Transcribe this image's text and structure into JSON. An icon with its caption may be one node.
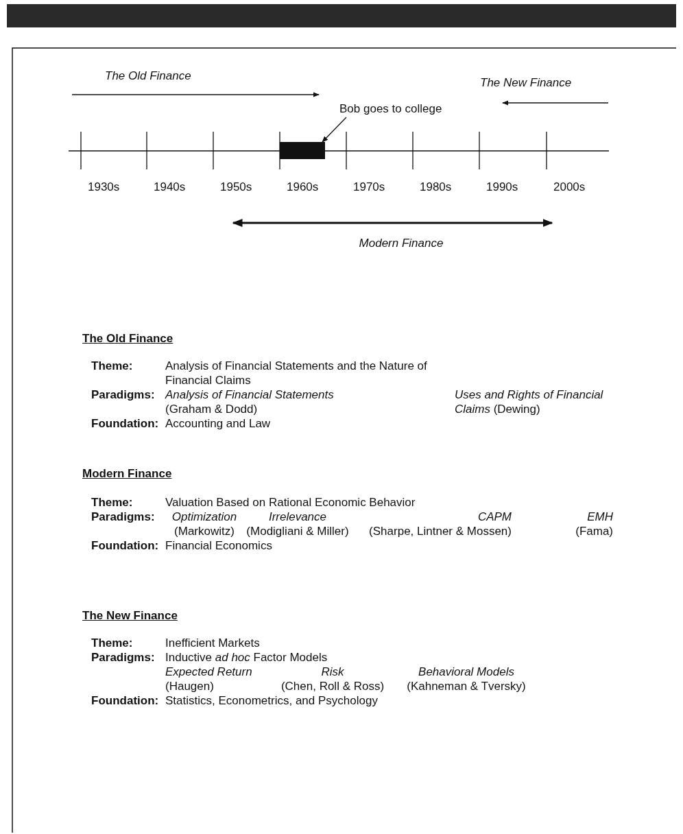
{
  "diagram": {
    "nodes": [
      {
        "text": [
          "Bob goes to college"
        ]
      },
      {
        "text": [],
        "shape": "box"
      }
    ],
    "edges": [
      {
        "from": 0,
        "to": 1,
        "arrow": "to"
      }
    ],
    "labels": [
      "The Old Finance",
      "The New Finance",
      "1930s",
      "1940s",
      "1950s",
      "1960s",
      "1970s",
      "1980s",
      "1990s",
      "2000s",
      "Modern Finance",
      "The Old Finance",
      "Theme:",
      "Analysis of Financial Statements and the Nature of Financial Claims",
      "Paradigms:",
      "*Analysis of Financial Statements* (Graham & Dodd)",
      "*Uses and Rights of Financial Claims* (Dewing)",
      "Foundation:",
      "Accounting and Law",
      "Modern Finance",
      "Theme:",
      "Valuation Based on Rational Economic Behavior",
      "Paradigms:",
      "*Optimization* (Markowitz)",
      "*Irrelevance* (Modigliani & Miller)",
      "*CAPM* (Sharpe, Lintner & Mossen)",
      "*EMH* (Fama)",
      "Foundation:",
      "Financial Economics",
      "The New Finance",
      "Theme:",
      "Inefficient Markets",
      "Paradigms:",
      "Inductive *ad hoc* Factor Models",
      "*Expected Return* (Haugen)",
      "*Risk* (Chen, Roll & Ross)",
      "*Behavioral Models* (Kahneman & Tversky)",
      "Foundation:",
      "Statistics, Econometrics, and Psychology"
    ]
  }
}
